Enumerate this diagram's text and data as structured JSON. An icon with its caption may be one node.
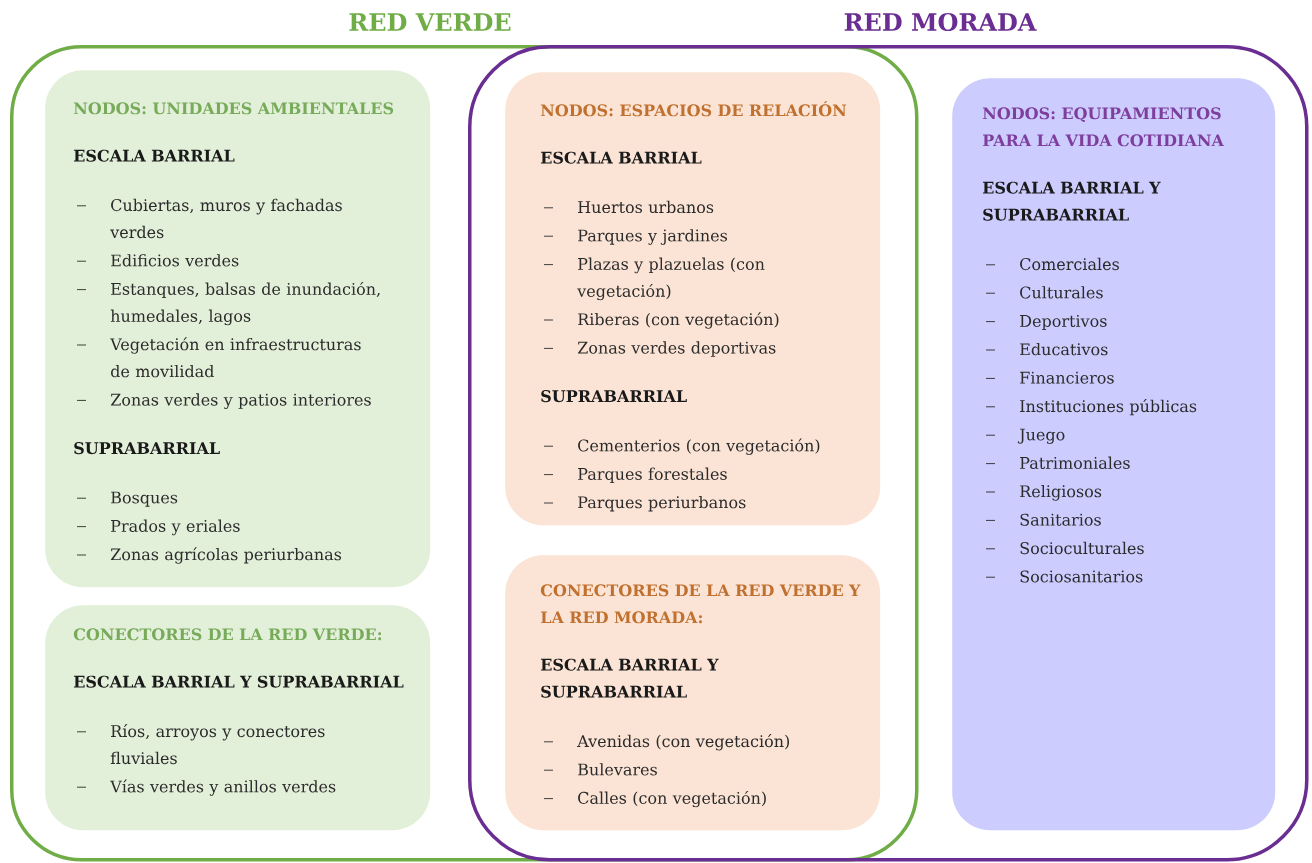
{
  "diagram": {
    "nodes": [
      {
        "text": [
          "RED VERDE"
        ]
      },
      {
        "text": [
          "RED MORADA"
        ]
      },
      {
        "text": [
          "NODOS: UNIDADES AMBIENTALES",
          "ESCALA BARRIAL",
          "Cubiertas, muros y fachadas verdes",
          "Edificios verdes",
          "Estanques, balsas de inundación, humedales, lagos",
          "Vegetación en infraestructuras de movilidad",
          "Zonas verdes y patios interiores",
          "SUPRABARRIAL",
          "Bosques",
          "Prados y eriales",
          "Zonas agrícolas periurbanas"
        ],
        "in": 0
      },
      {
        "text": [
          "CONECTORES DE LA RED VERDE:",
          "ESCALA BARRIAL Y SUPRABARRIAL",
          "Ríos, arroyos y conectores fluviales",
          "Vías verdes y anillos verdes"
        ],
        "in": 0
      },
      {
        "text": [
          "NODOS: ESPACIOS DE RELACIÓN",
          "ESCALA BARRIAL",
          "Huertos urbanos",
          "Parques y jardines",
          "Plazas y plazuelas (con vegetación)",
          "Riberas (con vegetación)",
          "Zonas verdes deportivas",
          "SUPRABARRIAL",
          "Cementerios (con vegetación)",
          "Parques forestales",
          "Parques periurbanos"
        ]
      },
      {
        "text": [
          "CONECTORES DE LA RED VERDE Y LA RED MORADA:",
          "ESCALA BARRIAL Y SUPRABARRIAL",
          "Avenidas (con vegetación)",
          "Bulevares",
          "Calles (con vegetación)"
        ]
      },
      {
        "text": [
          "NODOS: EQUIPAMIENTOS PARA LA VIDA COTIDIANA",
          "ESCALA BARRIAL Y SUPRABARRIAL",
          "Comerciales",
          "Culturales",
          "Deportivos",
          "Educativos",
          "Financieros",
          "Instituciones públicas",
          "Juego",
          "Patrimoniales",
          "Religiosos",
          "Sanitarios",
          "Socioculturales",
          "Sociosanitarios"
        ],
        "in": 1
      }
    ]
  }
}
